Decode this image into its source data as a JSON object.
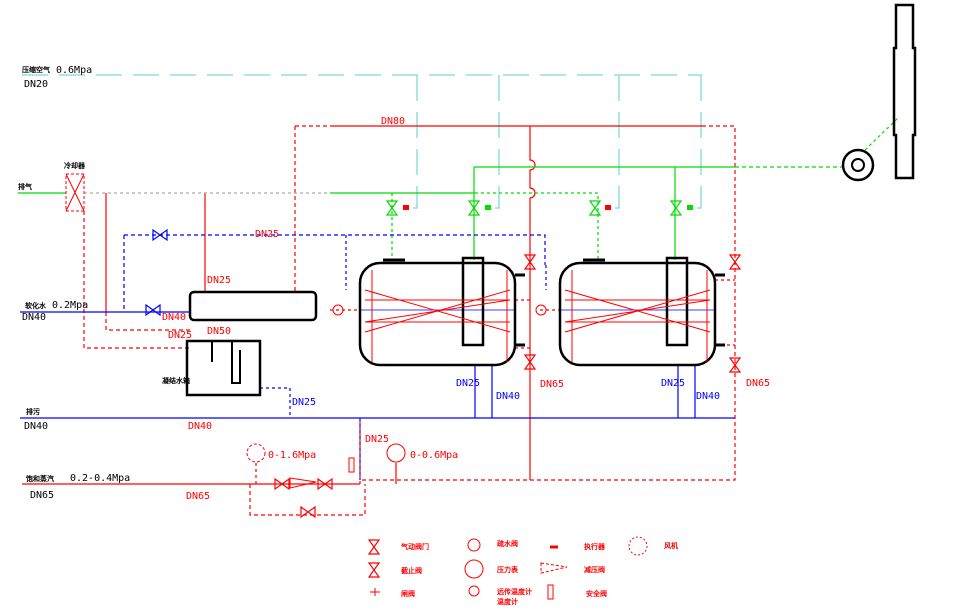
{
  "colors": {
    "steam": "#ff0000",
    "water": "#0000ff",
    "air": "#7fd8d8",
    "exhaust": "#00dd00",
    "equipment": "#000000"
  },
  "left_labels": {
    "compressed_air": "压缩空气",
    "compressed_air_pressure": "0.6Mpa",
    "compressed_air_dn": "DN20",
    "cooler": "冷却器",
    "vent": "排气",
    "soft_water": "软化水",
    "soft_water_pressure": "0.2Mpa",
    "soft_water_dn": "DN40",
    "drain": "排污",
    "drain_dn": "DN40",
    "steam": "饱和蒸汽",
    "steam_pressure": "0.2-0.4Mpa",
    "steam_dn": "DN65",
    "condensate_tank": "凝结水箱"
  },
  "pipe_labels": {
    "dn80": "DN80",
    "dn25_top": "DN25",
    "dn25_hx": "DN25",
    "dn40_hx": "DN40",
    "dn25_hx2": "DN25",
    "dn50_hx": "DN50",
    "dn25_tank": "DN25",
    "dn40_drain": "DN40",
    "dn25_steam": "DN25",
    "dn65_steam": "DN65",
    "dn65_mid": "DN65",
    "dn25_t1": "DN25",
    "dn40_t1": "DN40",
    "dn25_t2": "DN25",
    "dn40_t2": "DN40",
    "dn65_right": "DN65"
  },
  "gauges": {
    "g1": "0-1.6Mpa",
    "g2": "0-0.6Mpa"
  },
  "legend": [
    {
      "icon": "pneumatic-valve",
      "label": "气动阀门"
    },
    {
      "icon": "globe-valve",
      "label": "截止阀"
    },
    {
      "icon": "gate-valve",
      "label": "闸阀"
    },
    {
      "icon": "steam-trap",
      "label": "疏水阀"
    },
    {
      "icon": "pressure-gauge",
      "label": "压力表"
    },
    {
      "icon": "thermometer",
      "label": "温度计"
    },
    {
      "icon": "thermometer-remote",
      "label": "远传温度计"
    },
    {
      "icon": "pneumatic-actuator",
      "label": "执行器"
    },
    {
      "icon": "reducing-valve",
      "label": "减压阀"
    },
    {
      "icon": "safety-valve",
      "label": "安全阀"
    },
    {
      "icon": "fan",
      "label": "风机"
    }
  ]
}
